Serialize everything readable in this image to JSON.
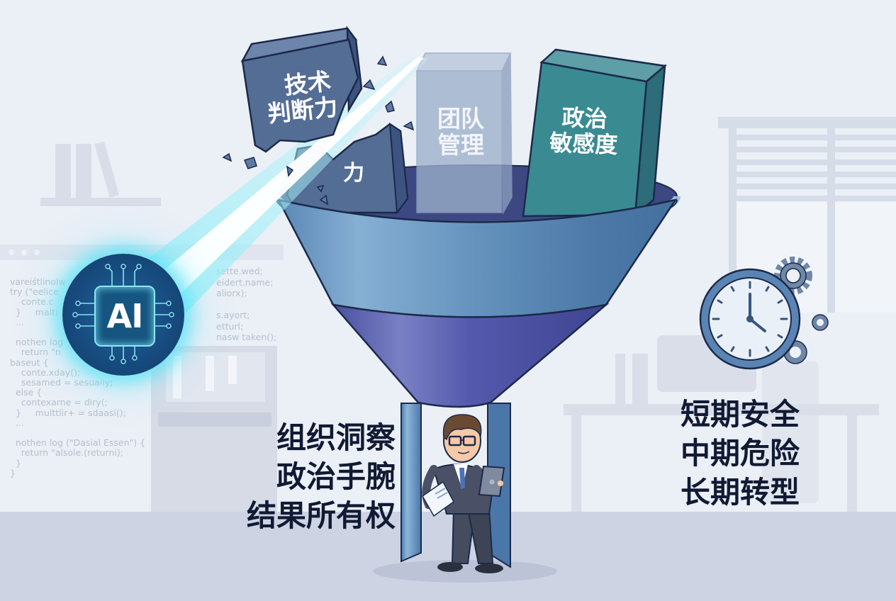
{
  "scene": {
    "background_color": "#ebeff6",
    "floor_color": "#cdd3e3",
    "accent_cyan": "#5fe3f3",
    "funnel_colors": [
      "#5f8db8",
      "#5459a9",
      "#3d4a86"
    ],
    "teal_block_color": "#3a8a92",
    "slate_block_color": "#546d95",
    "text_color": "#111a33"
  },
  "ai_chip": {
    "label": "AI",
    "icon": "circuit-chip-icon"
  },
  "code_snippet": {
    "left_lines": [
      "vareiśtlinolw",
      "try (\"eelice",
      "    conte.c",
      "  }     malti",
      "  ...",
      "",
      "  nothen log",
      "    return \"n",
      "baseut {",
      "    conte.xday();",
      "    sesamed = sesuaily;",
      "  else {",
      "    contexarne = diry(;",
      "  }     multtlir+ = sdaasi();",
      "  ...",
      "",
      "  nothen log (\"Dasial Essen\") {",
      "    return \"alsole.(returni);",
      "  }",
      "}"
    ],
    "right_lines": [
      "sette.wed;",
      "eidert.name;",
      "aliorx);",
      "",
      "s.ayort;",
      "etturl;",
      "nasw taken();"
    ]
  },
  "funnel_blocks": {
    "tech_judgment": {
      "line1": "技术",
      "line2": "判断力",
      "broken_piece": "力",
      "state": "shattered"
    },
    "team_management": {
      "line1": "团队",
      "line2": "管理",
      "state": "translucent"
    },
    "political_sensitivity": {
      "line1": "政治",
      "line2": "敏感度",
      "state": "solid"
    }
  },
  "left_caption": {
    "lines": [
      "组织洞察",
      "政治手腕",
      "结果所有权"
    ]
  },
  "right_caption": {
    "icon": "clock-with-gears-icon",
    "clock_time": "4:00",
    "lines": [
      "短期安全",
      "中期危险",
      "长期转型"
    ]
  },
  "figure": {
    "description": "businessman with glasses holding tablet and clipboard, walking out of funnel spout"
  }
}
